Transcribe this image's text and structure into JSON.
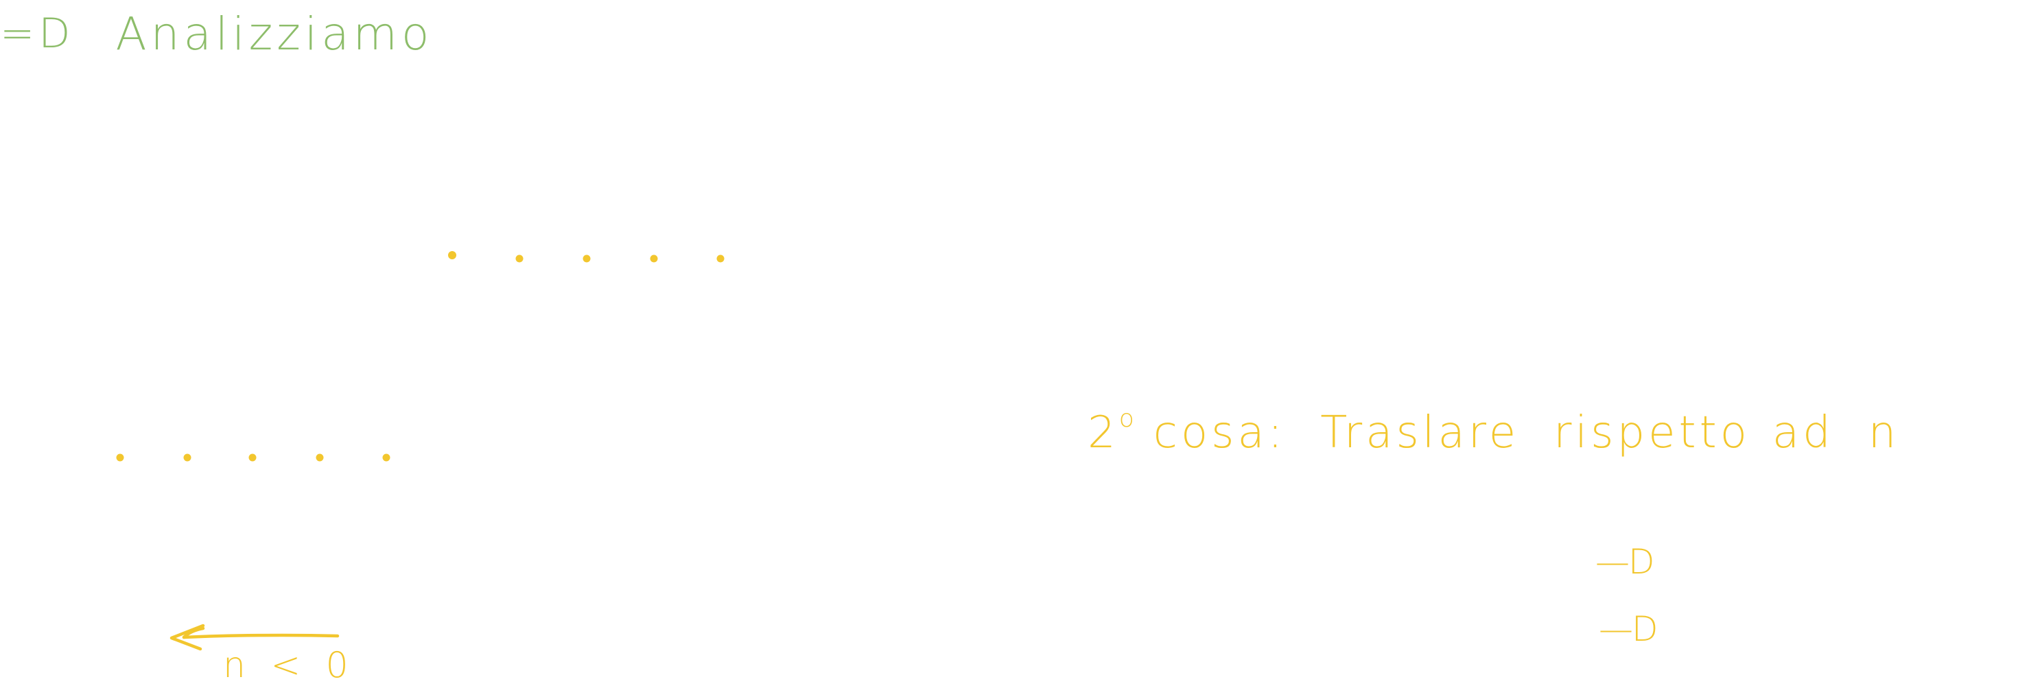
{
  "heading": {
    "arrow": "=D",
    "text": "Analizziamo"
  },
  "note": {
    "ordinal_number": "2",
    "ordinal_sup": "o",
    "word_cosa": "cosa:",
    "word_traslare": "Traslare",
    "word_rispetto": "rispetto",
    "word_ad": "ad",
    "word_n": "n"
  },
  "bullets": [
    "—D",
    "—D"
  ],
  "condition": "n < 0",
  "colors": {
    "green_ink": "#8dbd6a",
    "yellow_ink": "#f2c62e",
    "background": "#ffffff"
  }
}
